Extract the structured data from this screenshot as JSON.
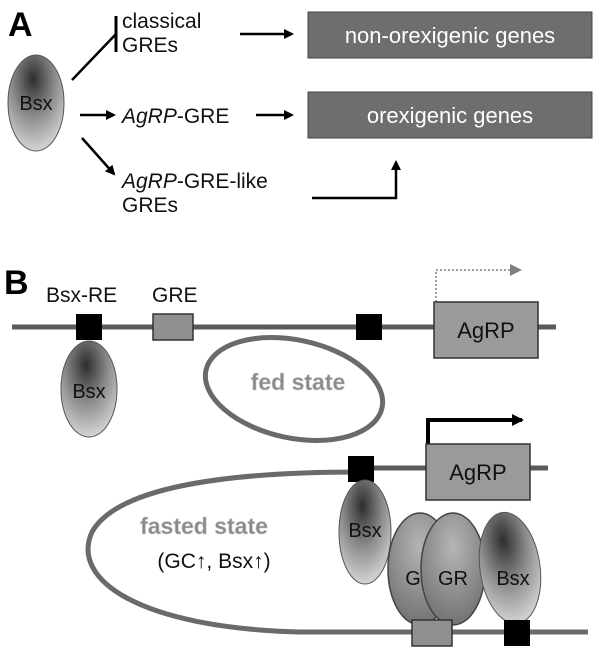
{
  "panel_a": {
    "letter": "A",
    "bsx_label": "Bsx",
    "classical_line1": "classical",
    "classical_line2": "GREs",
    "agrp_gre_italic": "AgRP",
    "agrp_gre_rest": "-GRE",
    "agrp_like_italic": "AgRP",
    "agrp_like_rest": "-GRE-like",
    "agrp_like_line2": "GREs",
    "non_orexigenic_label": "non-orexigenic genes",
    "orexigenic_label": "orexigenic genes"
  },
  "panel_b": {
    "letter": "B",
    "bsx_re_label": "Bsx-RE",
    "gre_label": "GRE",
    "agrp_label_top": "AgRP",
    "fed_state_label": "fed state",
    "bsx_oval_top": "Bsx",
    "agrp_label_bottom": "AgRP",
    "fasted_state_label": "fasted state",
    "fasted_state_sub": "(GC↑, Bsx↑)",
    "bsx_oval_bottom_left": "Bsx",
    "gr_back_label": "G",
    "gr_front_label": "GR",
    "bsx_oval_bottom_right": "Bsx"
  },
  "colors": {
    "box_fill": "#6e6e6e",
    "dna_line": "#5a5a5a",
    "loop_line": "#6a6a6a",
    "black_site": "#000000",
    "gre_site": "#909090",
    "gene_box": "#9a9a9a"
  }
}
